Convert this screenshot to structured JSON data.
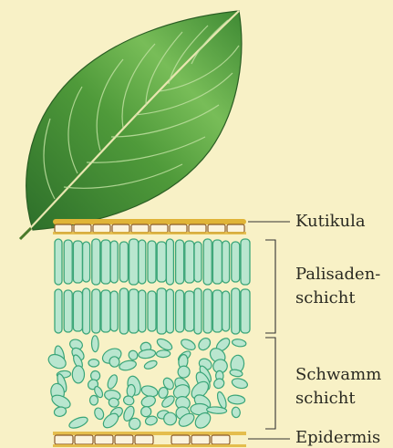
{
  "labels": {
    "kutikula": "Kutikula",
    "palisaden_line1": "Palisaden-",
    "palisaden_line2": "schicht",
    "schwamm_line1": "Schwamm",
    "schwamm_line2": "schicht",
    "epidermis": "Epidermis"
  },
  "colors": {
    "background": "#f8f1c6",
    "leaf_dark": "#2f7a2c",
    "leaf_light": "#7fc25a",
    "cell_fill": "#b9e6cf",
    "cell_stroke": "#3aa578",
    "epidermis_fill": "#fbf3dc",
    "epidermis_stroke": "#8a5a2a",
    "cuticle": "#e0b437",
    "leader_line": "#333333"
  }
}
